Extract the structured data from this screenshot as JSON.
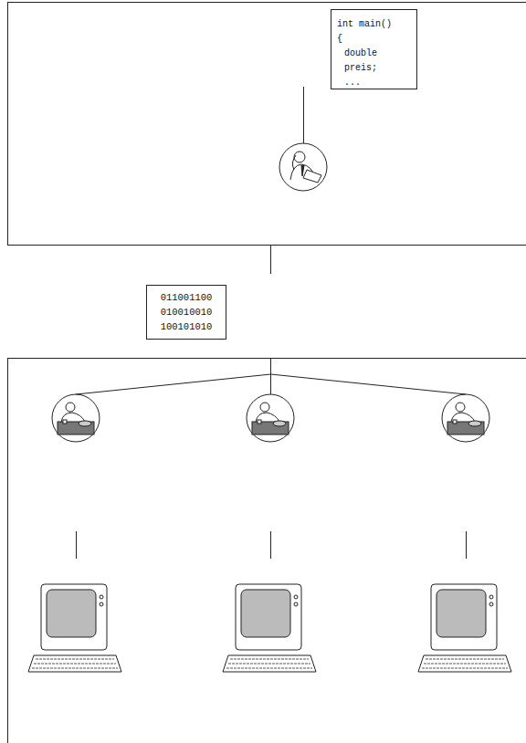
{
  "diagram": {
    "nodes": [
      {
        "text": [
          "int main()",
          "{",
          "double preis;",
          "..."
        ]
      },
      {
        "text": [
          "011001100 010010010 100101010"
        ]
      }
    ]
  }
}
